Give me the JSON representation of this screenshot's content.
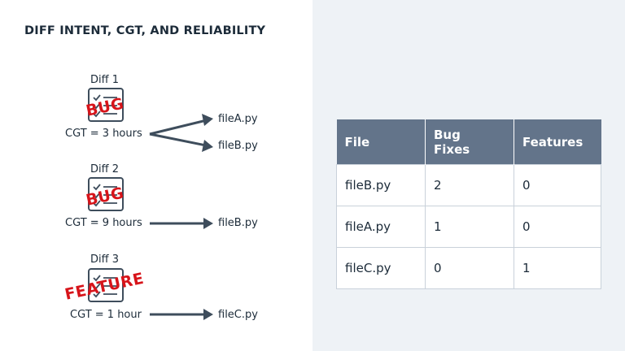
{
  "title": "DIFF INTENT, CGT, AND RELIABILITY",
  "diffs": [
    {
      "label": "Diff 1",
      "stamp": "BUG",
      "cgt": "CGT = 3 hours",
      "files": [
        "fileA.py",
        "fileB.py"
      ]
    },
    {
      "label": "Diff 2",
      "stamp": "BUG",
      "cgt": "CGT = 9 hours",
      "files": [
        "fileB.py"
      ]
    },
    {
      "label": "Diff 3",
      "stamp": "FEATURE",
      "cgt": "CGT = 1 hour",
      "files": [
        "fileC.py"
      ]
    }
  ],
  "table": {
    "headers": [
      "File",
      "Bug\nFixes",
      "Features"
    ],
    "rows": [
      [
        "fileB.py",
        "2",
        "0"
      ],
      [
        "fileA.py",
        "1",
        "0"
      ],
      [
        "fileC.py",
        "0",
        "1"
      ]
    ]
  },
  "colors": {
    "header_bg": "#63748a",
    "stamp_red": "#d7141a",
    "arrow": "#3e4d5c",
    "right_panel_bg": "#eef2f6"
  }
}
